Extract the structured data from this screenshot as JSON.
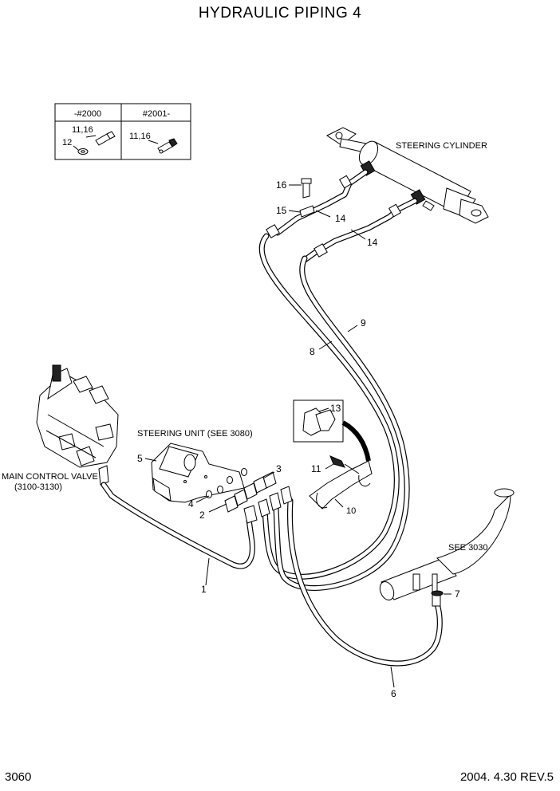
{
  "header": {
    "title": "HYDRAULIC PIPING 4"
  },
  "footer": {
    "page_number": "3060",
    "revision": "2004. 4.30 REV.5"
  },
  "serial_table": {
    "col_left": "-#2000",
    "col_right": "#2001-",
    "left_parts_a": "11,16",
    "left_parts_b": "12",
    "right_parts": "11,16"
  },
  "labels": {
    "steering_cylinder": "STEERING CYLINDER",
    "steering_unit": "STEERING UNIT (SEE 3080)",
    "main_control_valve": "MAIN CONTROL VALVE",
    "main_control_valve_ref": "(3100-3130)",
    "see_3030": "SEE 3030"
  },
  "callouts": {
    "p1": "1",
    "p2": "2",
    "p3": "3",
    "p4": "4",
    "p5": "5",
    "p6": "6",
    "p7": "7",
    "p8": "8",
    "p9": "9",
    "p10": "10",
    "p11": "11",
    "p13": "13",
    "p14a": "14",
    "p14b": "14",
    "p15": "15",
    "p16": "16"
  }
}
